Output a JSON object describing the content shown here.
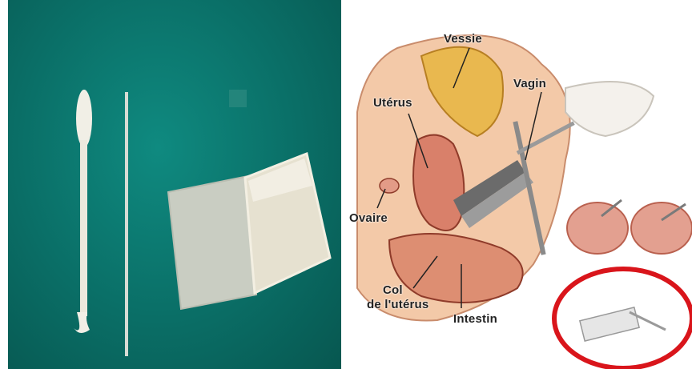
{
  "labels": {
    "vessie": "Vessie",
    "vagin": "Vagin",
    "uterus": "Utérus",
    "ovaire": "Ovaire",
    "col_line1": "Col",
    "col_line2": "de l'utérus",
    "intestin": "Intestin"
  },
  "colors": {
    "drape_green": "#0a6e66",
    "highlight_circle": "#d9151b",
    "tissue": "#d98a6a",
    "bladder": "#e9b84f"
  }
}
